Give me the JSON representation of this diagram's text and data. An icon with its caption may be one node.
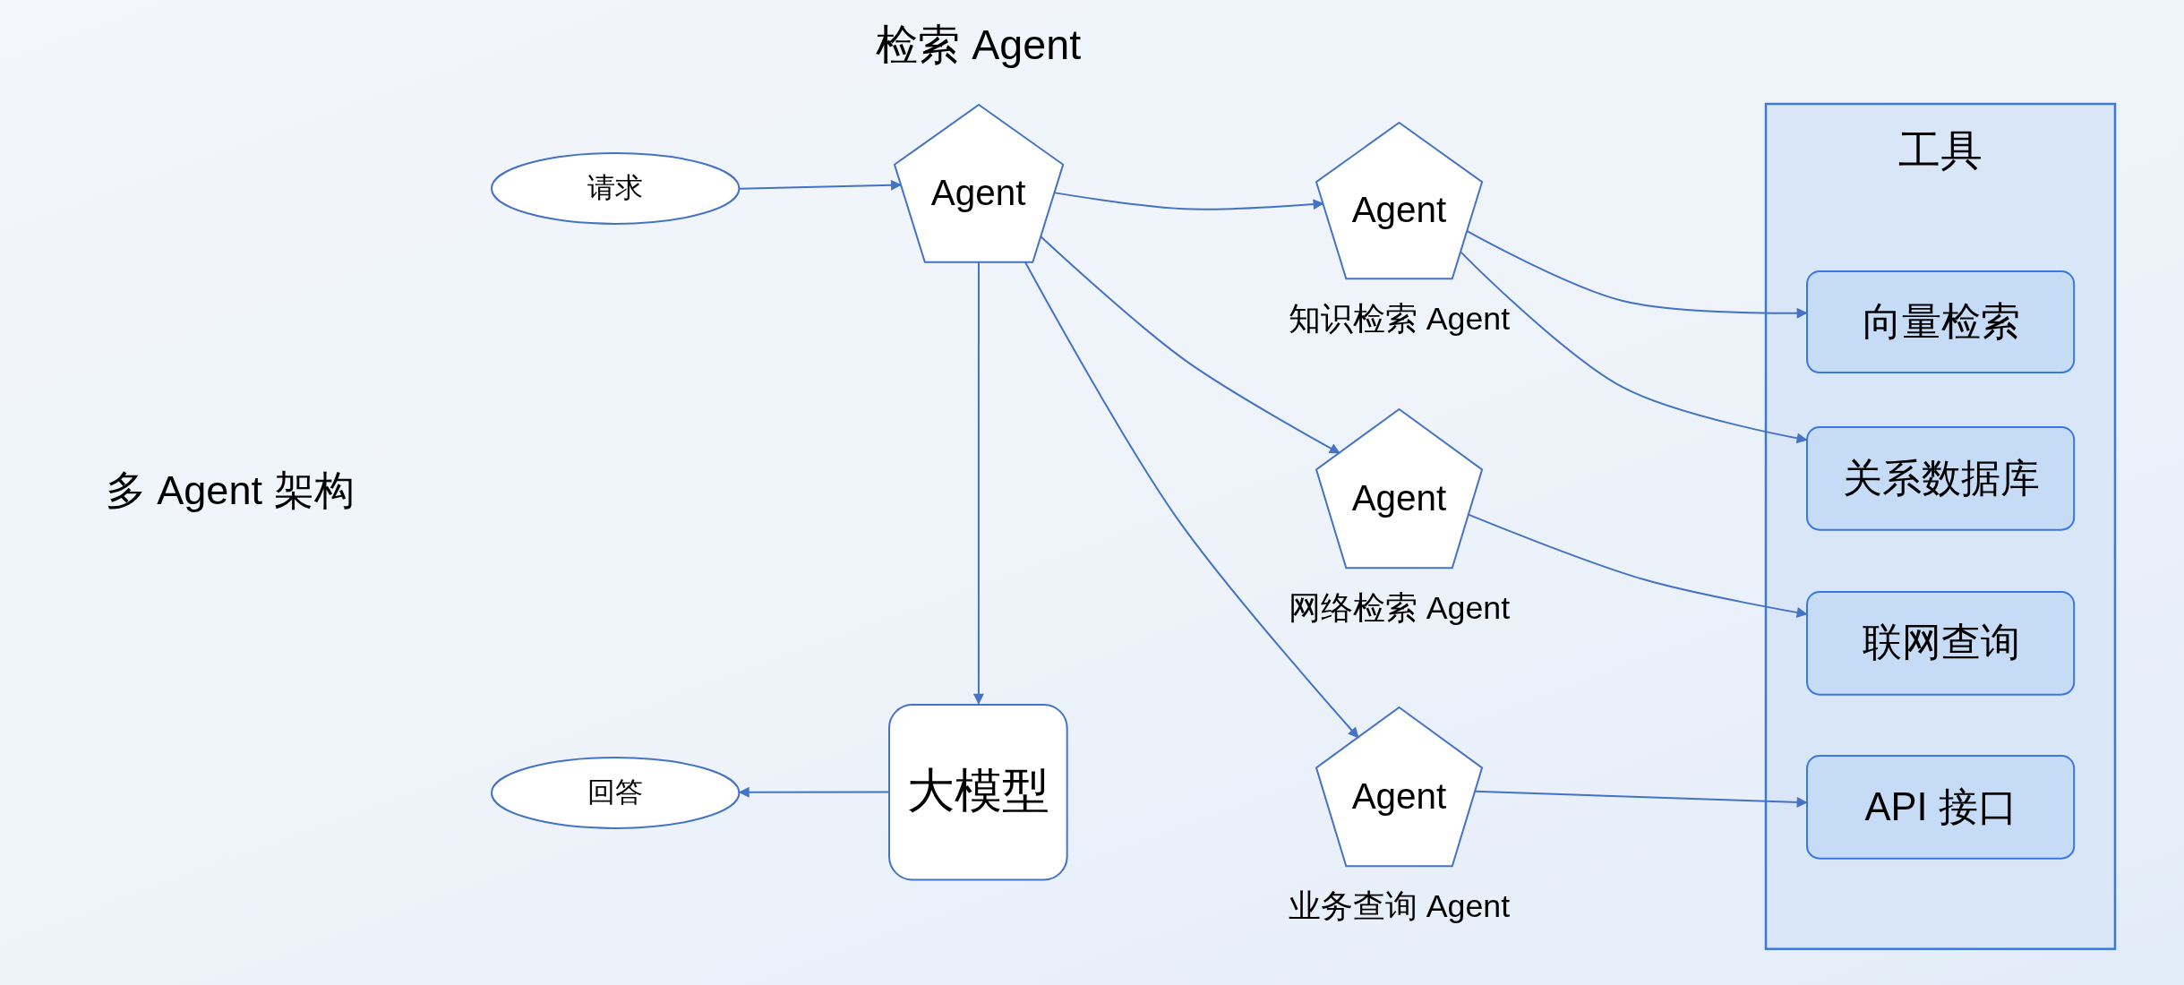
{
  "diagram": {
    "nodes": [
      {
        "text": [
          "请求"
        ]
      },
      {
        "text": [
          "检索 Agent",
          "Agent"
        ]
      },
      {
        "text": [
          "Agent"
        ],
        "beside": [
          "知识检索 Agent"
        ]
      },
      {
        "text": [
          "Agent"
        ],
        "beside": [
          "网络检索 Agent"
        ]
      },
      {
        "text": [
          "Agent"
        ],
        "beside": [
          "业务查询 Agent"
        ]
      },
      {
        "text": [
          "大模型"
        ]
      },
      {
        "text": [
          "回答"
        ]
      },
      {
        "text": [
          "工具"
        ]
      },
      {
        "text": [
          "向量检索"
        ],
        "in": 7
      },
      {
        "text": [
          "关系数据库"
        ],
        "in": 7
      },
      {
        "text": [
          "联网查询"
        ],
        "in": 7
      },
      {
        "text": [
          "API 接口"
        ],
        "in": 7
      }
    ],
    "edges": [
      {
        "from": 0,
        "to": 1,
        "arrow": "to"
      },
      {
        "from": 1,
        "to": 2,
        "arrow": "to"
      },
      {
        "from": 1,
        "to": 3,
        "arrow": "to"
      },
      {
        "from": 1,
        "to": 4,
        "arrow": "to"
      },
      {
        "from": 1,
        "to": 5,
        "arrow": "to"
      },
      {
        "from": 5,
        "to": 6,
        "arrow": "to"
      },
      {
        "from": 2,
        "to": 8,
        "arrow": "to"
      },
      {
        "from": 2,
        "to": 9,
        "arrow": "to"
      },
      {
        "from": 3,
        "to": 10,
        "arrow": "to"
      },
      {
        "from": 4,
        "to": 11,
        "arrow": "to"
      }
    ],
    "labels": [
      "多 Agent 架构"
    ]
  }
}
